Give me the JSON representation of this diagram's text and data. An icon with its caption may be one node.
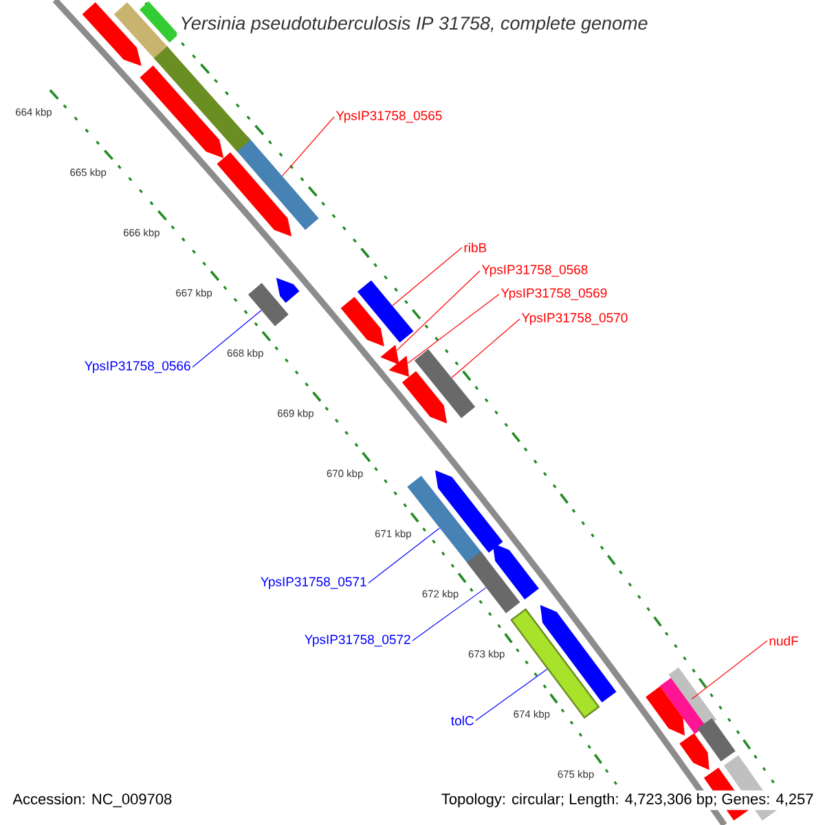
{
  "diagram": {
    "title": "Yersinia pseudotuberculosis IP 31758, complete genome",
    "nodes": [
      {
        "text": [
          "YpsIP31758_0565"
        ]
      },
      {
        "text": [],
        "shape": "bar"
      },
      {
        "text": [
          "ribB"
        ]
      },
      {
        "text": [],
        "shape": "bar"
      },
      {
        "text": [
          "YpsIP31758_0568"
        ]
      },
      {
        "text": [],
        "shape": "triangle"
      },
      {
        "text": [
          "YpsIP31758_0569"
        ]
      },
      {
        "text": [],
        "shape": "triangle"
      },
      {
        "text": [
          "YpsIP31758_0570"
        ]
      },
      {
        "text": [],
        "shape": "bar"
      },
      {
        "text": [
          "YpsIP31758_0566"
        ]
      },
      {
        "text": [],
        "shape": "bar"
      },
      {
        "text": [
          "YpsIP31758_0571"
        ]
      },
      {
        "text": [],
        "shape": "bar"
      },
      {
        "text": [
          "YpsIP31758_0572"
        ]
      },
      {
        "text": [],
        "shape": "bar"
      },
      {
        "text": [
          "tolC"
        ]
      },
      {
        "text": [],
        "shape": "bar"
      },
      {
        "text": [
          "nudF"
        ]
      },
      {
        "text": [],
        "shape": "bar"
      },
      {
        "text": [],
        "shape": "bar"
      },
      {
        "text": [],
        "shape": "arrow"
      },
      {
        "text": [],
        "shape": "bar"
      },
      {
        "text": [],
        "shape": "bar"
      },
      {
        "text": [],
        "shape": "arrow"
      },
      {
        "text": [],
        "shape": "arrow"
      },
      {
        "text": [],
        "shape": "arrow"
      },
      {
        "text": [],
        "shape": "arrow"
      },
      {
        "text": [],
        "shape": "arrow"
      },
      {
        "text": [],
        "shape": "arrow"
      },
      {
        "text": [],
        "shape": "arrow"
      },
      {
        "text": [],
        "shape": "arrow"
      },
      {
        "text": [],
        "shape": "bar"
      },
      {
        "text": [],
        "shape": "arrow"
      },
      {
        "text": [],
        "shape": "bar"
      },
      {
        "text": [],
        "shape": "arrow"
      },
      {
        "text": [],
        "shape": "bar"
      },
      {
        "text": [],
        "shape": "bar"
      }
    ],
    "edges": [
      {
        "from": 0,
        "to": 1,
        "arrow": "none"
      },
      {
        "from": 2,
        "to": 3,
        "arrow": "none"
      },
      {
        "from": 4,
        "to": 5,
        "arrow": "none"
      },
      {
        "from": 6,
        "to": 7,
        "arrow": "none"
      },
      {
        "from": 8,
        "to": 9,
        "arrow": "none"
      },
      {
        "from": 10,
        "to": 11,
        "arrow": "none",
        "color": "#0000ff"
      },
      {
        "from": 12,
        "to": 13,
        "arrow": "none",
        "color": "#0000ff"
      },
      {
        "from": 14,
        "to": 15,
        "arrow": "none",
        "color": "#0000ff"
      },
      {
        "from": 16,
        "to": 17,
        "arrow": "none",
        "color": "#0000ff"
      },
      {
        "from": 18,
        "to": 19,
        "arrow": "none"
      }
    ],
    "labels": [
      "664 kbp",
      "665 kbp",
      "666 kbp",
      "667 kbp",
      "668 kbp",
      "669 kbp",
      "670 kbp",
      "671 kbp",
      "672 kbp",
      "673 kbp",
      "674 kbp",
      "675 kbp",
      "Accession: NC_009708",
      "Topology: circular; Length: 4,723,306 bp; Genes: 4,257"
    ]
  }
}
